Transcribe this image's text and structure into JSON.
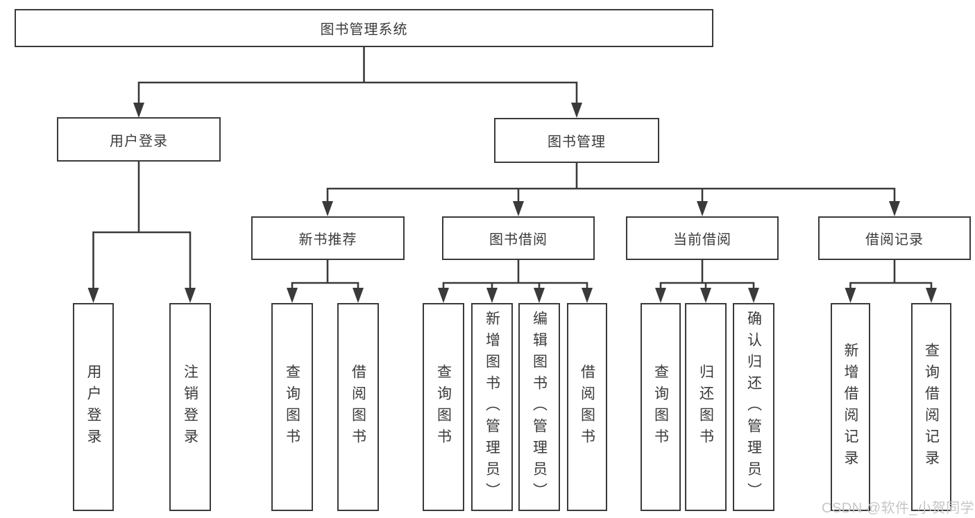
{
  "diagram": {
    "root": {
      "label": "图书管理系统"
    },
    "branches": [
      {
        "label": "用户登录",
        "children": [
          {
            "label": "用户登录"
          },
          {
            "label": "注销登录"
          }
        ]
      },
      {
        "label": "图书管理",
        "groups": [
          {
            "label": "新书推荐",
            "children": [
              {
                "label": "查询图书"
              },
              {
                "label": "借阅图书"
              }
            ]
          },
          {
            "label": "图书借阅",
            "children": [
              {
                "label": "查询图书"
              },
              {
                "label": "新增图书（管理员）"
              },
              {
                "label": "编辑图书（管理员）"
              },
              {
                "label": "借阅图书"
              }
            ]
          },
          {
            "label": "当前借阅",
            "children": [
              {
                "label": "查询图书"
              },
              {
                "label": "归还图书"
              },
              {
                "label": "确认归还（管理员）"
              }
            ]
          },
          {
            "label": "借阅记录",
            "children": [
              {
                "label": "新增借阅记录"
              },
              {
                "label": "查询借阅记录"
              }
            ]
          }
        ]
      }
    ]
  },
  "watermark": {
    "text": "CSDN @软件_小贺同学"
  },
  "colors": {
    "line": "#3a3a3a",
    "text": "#3a3a3a",
    "watermark": "#c6c6c6",
    "background": "#ffffff"
  }
}
